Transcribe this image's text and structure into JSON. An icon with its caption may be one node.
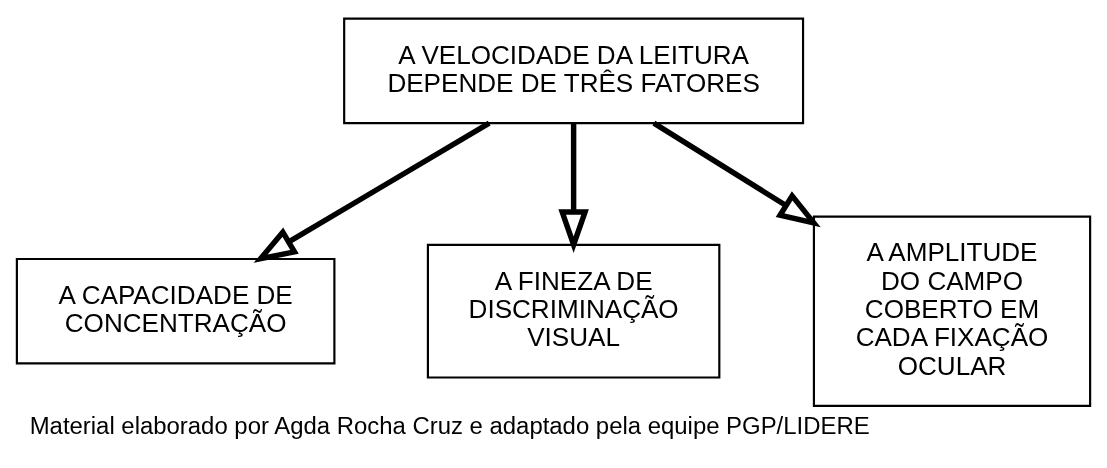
{
  "diagram": {
    "caption": "Material elaborado por Agda Rocha Cruz e adaptado pela equipe PGP/LIDERE",
    "nodes": [
      {
        "text": [
          "A VELOCIDADE DA LEITURA DEPENDE DE TRÊS FATORES"
        ]
      },
      {
        "text": [
          "A CAPACIDADE DE CONCENTRAÇÃO"
        ]
      },
      {
        "text": [
          "A FINEZA DE DISCRIMINAÇÃO VISUAL"
        ]
      },
      {
        "text": [
          "A AMPLITUDE DO CAMPO COBERTO EM CADA FIXAÇÃO OCULAR"
        ]
      }
    ],
    "edges": [
      {
        "from": 0,
        "to": 1,
        "arrow": "to"
      },
      {
        "from": 0,
        "to": 2,
        "arrow": "to"
      },
      {
        "from": 0,
        "to": 3,
        "arrow": "to"
      }
    ]
  }
}
